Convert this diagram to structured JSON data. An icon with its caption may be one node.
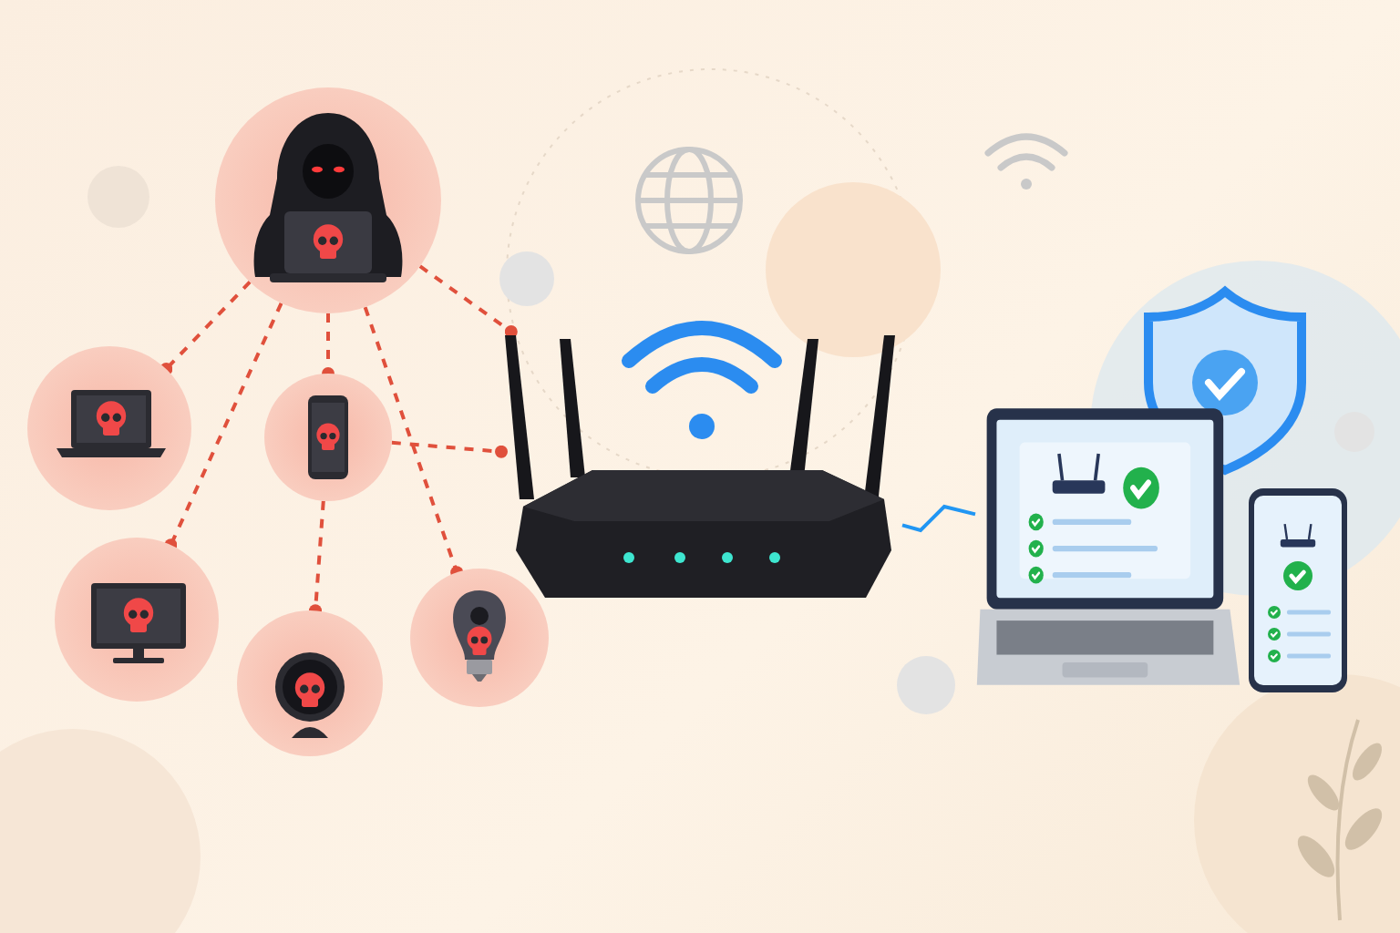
{
  "diagram": {
    "nodes": [
      {
        "text": [],
        "shape": "picture"
      },
      {
        "text": [],
        "shape": "picture"
      },
      {
        "text": [],
        "shape": "picture"
      },
      {
        "text": [],
        "shape": "picture"
      },
      {
        "text": [],
        "shape": "picture"
      },
      {
        "text": [],
        "shape": "picture"
      },
      {
        "text": [],
        "shape": "picture"
      },
      {
        "text": [],
        "shape": "picture"
      },
      {
        "text": [],
        "shape": "picture"
      }
    ],
    "edges": [
      {
        "from": 0,
        "to": 1,
        "arrow": "other",
        "style": "dashed"
      },
      {
        "from": 0,
        "to": 3,
        "arrow": "other",
        "style": "dashed"
      },
      {
        "from": 0,
        "to": 2,
        "arrow": "other",
        "style": "dashed"
      },
      {
        "from": 0,
        "to": 5,
        "arrow": "other",
        "style": "dashed"
      },
      {
        "from": 0,
        "to": 6,
        "arrow": "other",
        "style": "dashed"
      },
      {
        "from": 2,
        "to": 4,
        "arrow": "other",
        "style": "dashed"
      },
      {
        "from": 2,
        "to": 6,
        "arrow": "other",
        "style": "dashed"
      },
      {
        "from": 6,
        "to": 7,
        "arrow": "none",
        "color": "#2196f3"
      }
    ]
  }
}
